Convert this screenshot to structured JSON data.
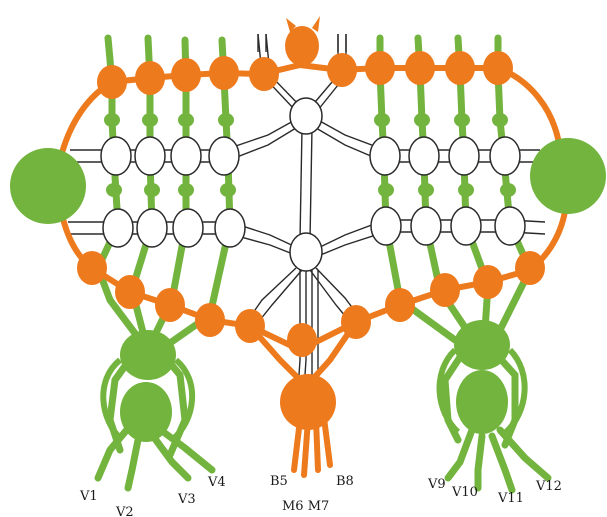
{
  "colors": {
    "orange": "#ee7a1e",
    "green": "#72b43e",
    "white_bead": "#ffffff",
    "outline": "#2a2a2a",
    "background": "#ffffff"
  },
  "labels": {
    "v1": "V1",
    "v2": "V2",
    "v3": "V3",
    "v4": "V4",
    "b5": "B5",
    "b8": "B8",
    "m6m7": "M6 M7",
    "v9": "V9",
    "v10": "V10",
    "v11": "V11",
    "v12": "V12"
  }
}
